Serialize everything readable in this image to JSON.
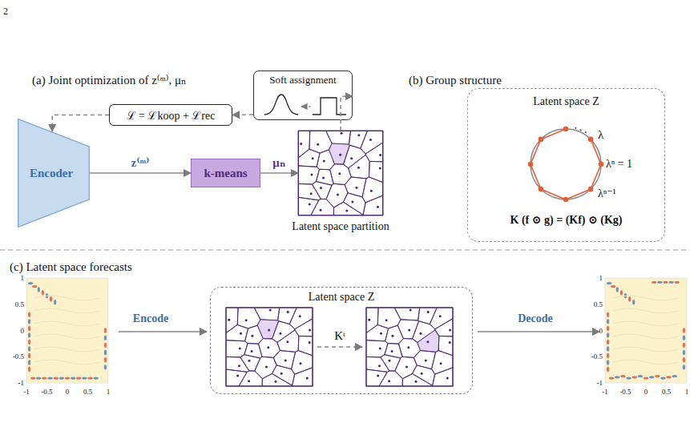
{
  "diagram": {
    "nodes": [
      {
        "text": [
          "Encoder"
        ]
      },
      {
        "text": [
          "k-means"
        ]
      },
      {
        "text": [
          "Latent space partition"
        ]
      },
      {
        "text": [
          "Soft assignment"
        ]
      },
      {
        "text": [
          "ℒ = ℒkoop + ℒrec"
        ]
      },
      {
        "text": [
          "Latent space Z",
          "K (f ⊙ g) = (Kf) ⊙ (Kg)"
        ]
      },
      {
        "text": [
          "Latent space Z"
        ]
      }
    ],
    "edges": [
      {
        "from": 0,
        "to": 1,
        "arrow": "to",
        "label": "z⁽ᵐ⁾"
      },
      {
        "from": 1,
        "to": 2,
        "arrow": "to",
        "label": "μₙ"
      },
      {
        "from": 2,
        "to": 3,
        "arrow": "to"
      },
      {
        "from": 3,
        "to": 4,
        "arrow": "to"
      },
      {
        "from": 4,
        "to": 0,
        "arrow": "to"
      }
    ],
    "labels": [
      "2",
      "(a) Joint optimization of z⁽ᵐ⁾, μₙ",
      "(b) Group structure",
      "λ",
      "λⁿ = 1",
      "λⁿ⁻¹",
      "(c) Latent space forecasts",
      "Encode",
      "Kᵗ",
      "Decode",
      "1",
      "0.5",
      "0",
      "-0.5",
      "-1",
      "-1",
      "-0.5",
      "0",
      "0.5",
      "1",
      "1",
      "0.5",
      "0",
      "-0.5",
      "-1",
      "-1",
      "-0.5",
      "0",
      "0.5",
      "1"
    ]
  }
}
